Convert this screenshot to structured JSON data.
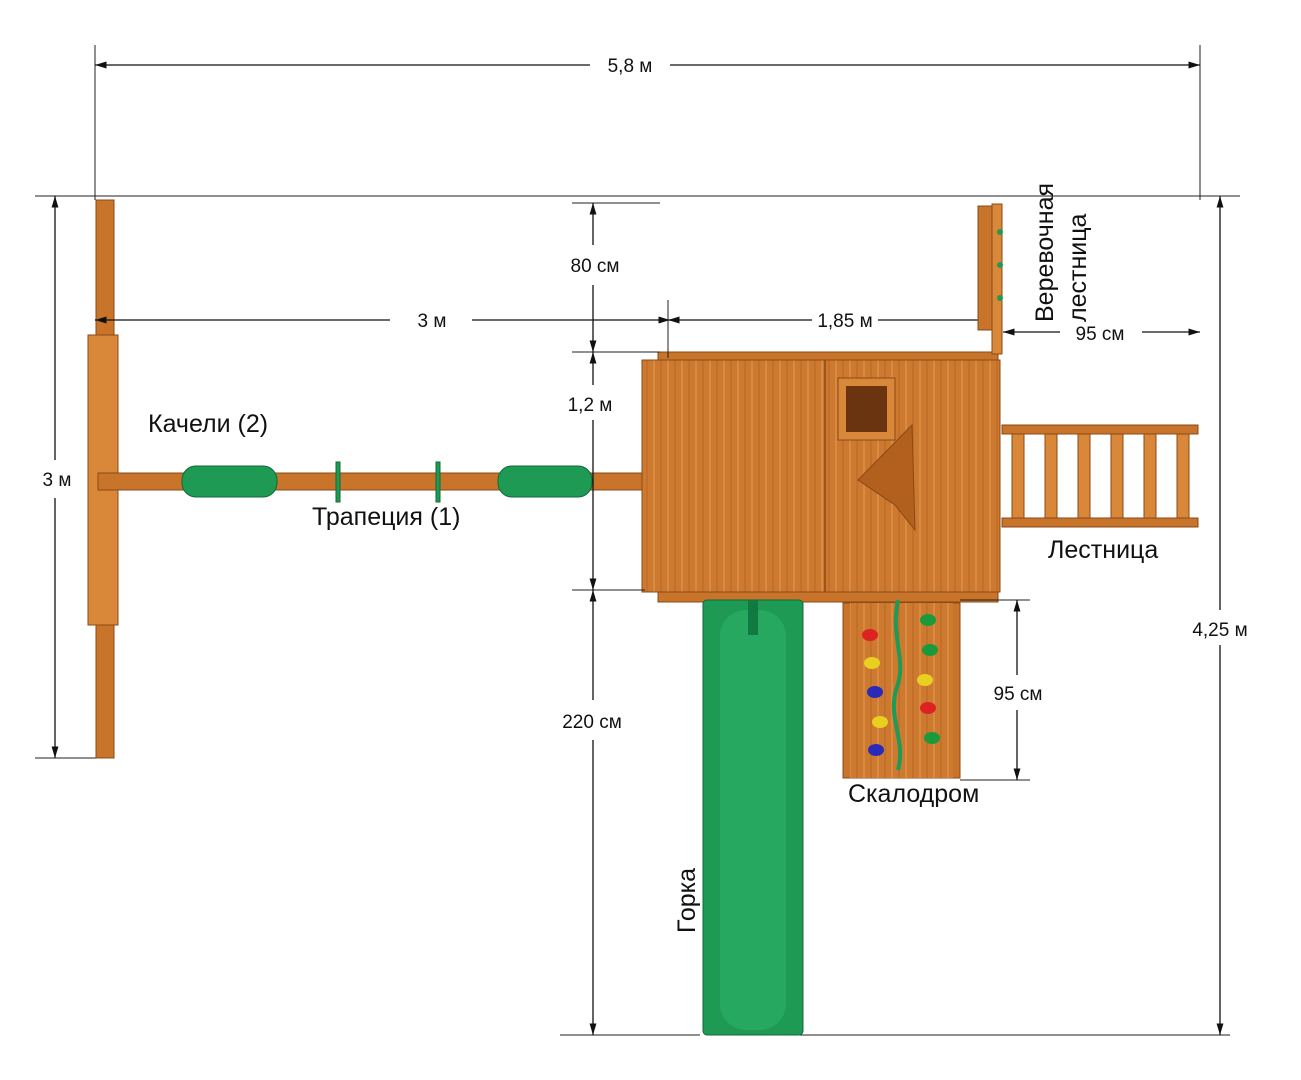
{
  "dimensions": {
    "total_width": "5,8 м",
    "swing_beam_length": "3 м",
    "tower_width": "1,85 м",
    "top_offset": "80 см",
    "tower_depth": "1,2 м",
    "swing_frame_width": "3 м",
    "total_depth": "4,25 м",
    "rope_ladder_offset": "95 см",
    "climbing_wall_length": "95 см",
    "slide_length": "220 см"
  },
  "labels": {
    "swings": "Качели (2)",
    "trapeze": "Трапеция (1)",
    "rope_ladder_line1": "Веревочная",
    "rope_ladder_line2": "лестница",
    "ladder": "Лестница",
    "climbing_wall": "Скалодром",
    "slide": "Горка"
  },
  "colors": {
    "wood": "#c8742a",
    "plastic_green": "#1e9a55"
  }
}
